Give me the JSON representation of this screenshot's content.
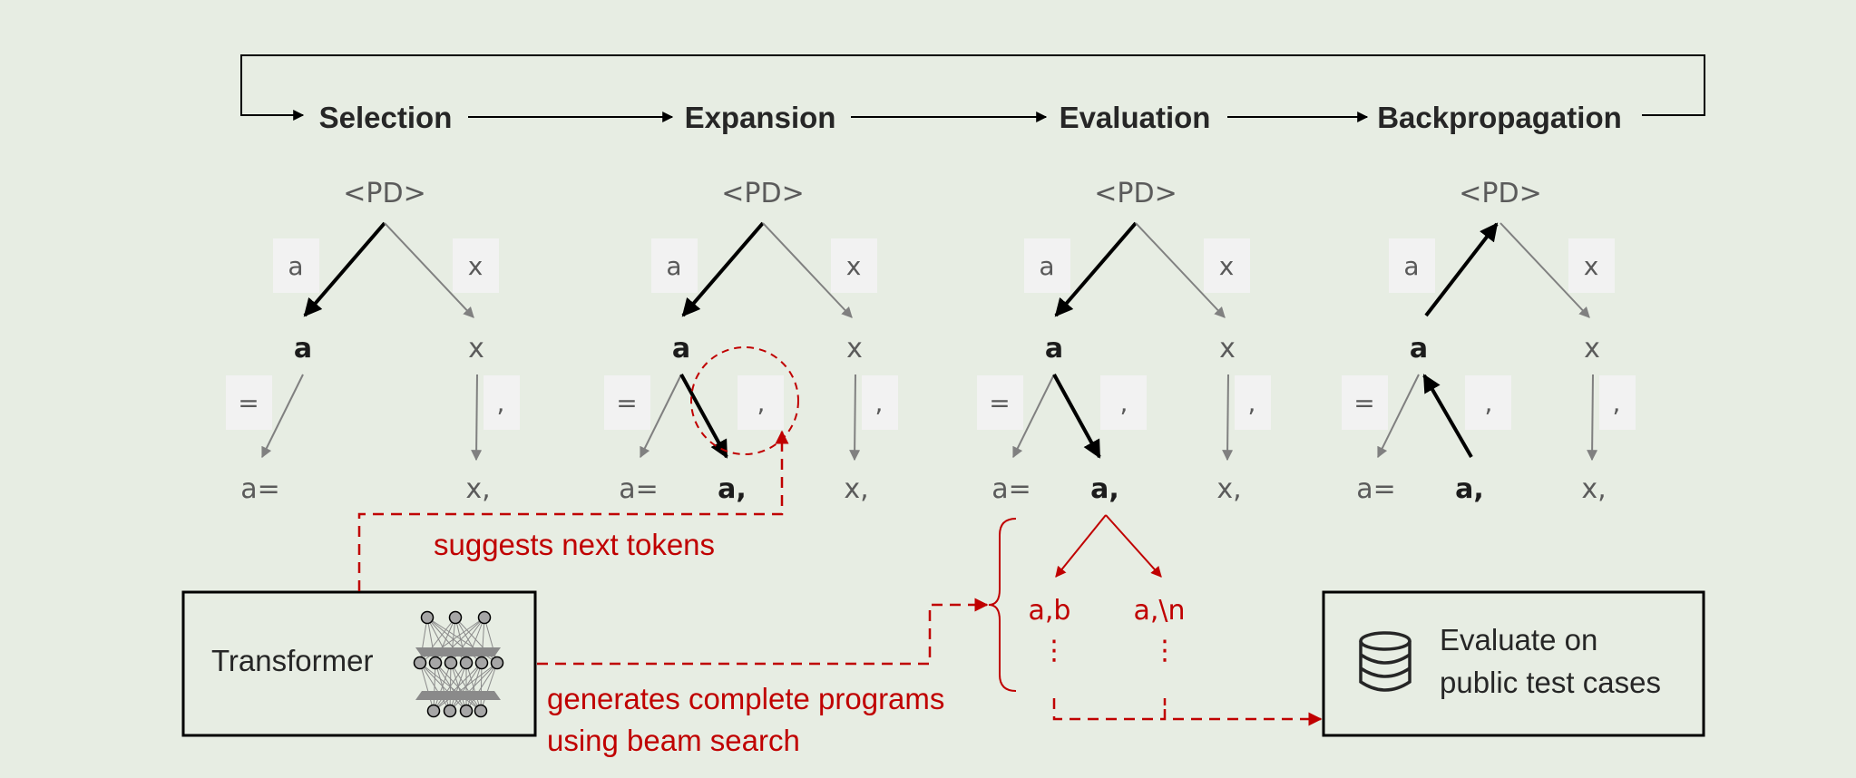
{
  "stages": [
    "Selection",
    "Expansion",
    "Evaluation",
    "Backpropagation"
  ],
  "tree": {
    "root": "<PD>",
    "edge_left": "a",
    "edge_right": "x",
    "node_left": "a",
    "node_right": "x",
    "edge_eq": "=",
    "edge_comma": ",",
    "leaf_eq": "a=",
    "leaf_comma": "a,",
    "leaf_x": "x,"
  },
  "transformer": {
    "label": "Transformer",
    "suggest_label": "suggests next tokens",
    "generate_label_line1": "generates complete programs",
    "generate_label_line2": "using beam search"
  },
  "rollouts": {
    "left": "a,b",
    "right": "a,\\n",
    "ellipsis": "⋮"
  },
  "evaluate": {
    "line1": "Evaluate on",
    "line2": "public test cases",
    "icon": "database-icon"
  },
  "colors": {
    "background": "#e7ede3",
    "accent_red": "#c00000",
    "token_box": "#f2f2f2",
    "highlight_edge": "#000000",
    "normal_edge": "#808080"
  }
}
